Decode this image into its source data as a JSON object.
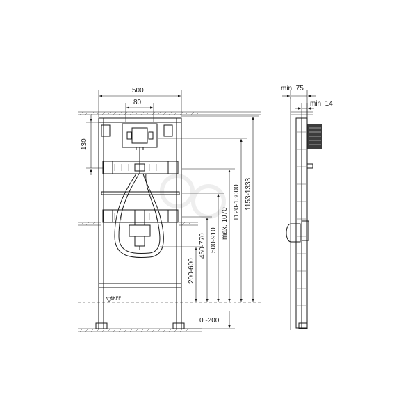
{
  "dimensions": {
    "width_total": "500",
    "width_inner": "80",
    "height_130": "130",
    "range_200_600": "200-600",
    "range_450_770": "450-770",
    "range_500_910": "500-910",
    "max_1070": "max. 1070",
    "range_1120_1300": "1120-13000",
    "range_1153_1333": "1153-1333",
    "range_0_200": "0 -200",
    "min_75": "min. 75",
    "min_14": "min. 14"
  },
  "labels": {
    "okff": "OKFF"
  },
  "colors": {
    "line": "#1a1a1a",
    "watermark": "#d9d9d9"
  }
}
